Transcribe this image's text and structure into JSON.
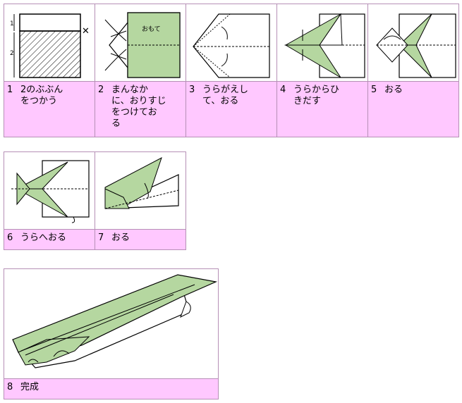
{
  "colors": {
    "paper_green": "#b5d7a0",
    "caption_bg": "#ffc8ff",
    "border": "#b690b6"
  },
  "diagram_labels": {
    "step1_mark_1": "1",
    "step1_mark_2": "2",
    "step1_cut_mark": "✕",
    "step2_paper_label": "おもて"
  },
  "steps": [
    {
      "num": "1",
      "text": "2のぶぶん\nをつかう"
    },
    {
      "num": "2",
      "text": "まんなか\nに、おりすじ\nをつけてお\nる"
    },
    {
      "num": "3",
      "text": "うらがえし\nて、おる"
    },
    {
      "num": "4",
      "text": "うらからひ\nきだす"
    },
    {
      "num": "5",
      "text": "おる"
    },
    {
      "num": "6",
      "text": "うらへおる"
    },
    {
      "num": "7",
      "text": "おる"
    },
    {
      "num": "8",
      "text": "完成"
    }
  ]
}
